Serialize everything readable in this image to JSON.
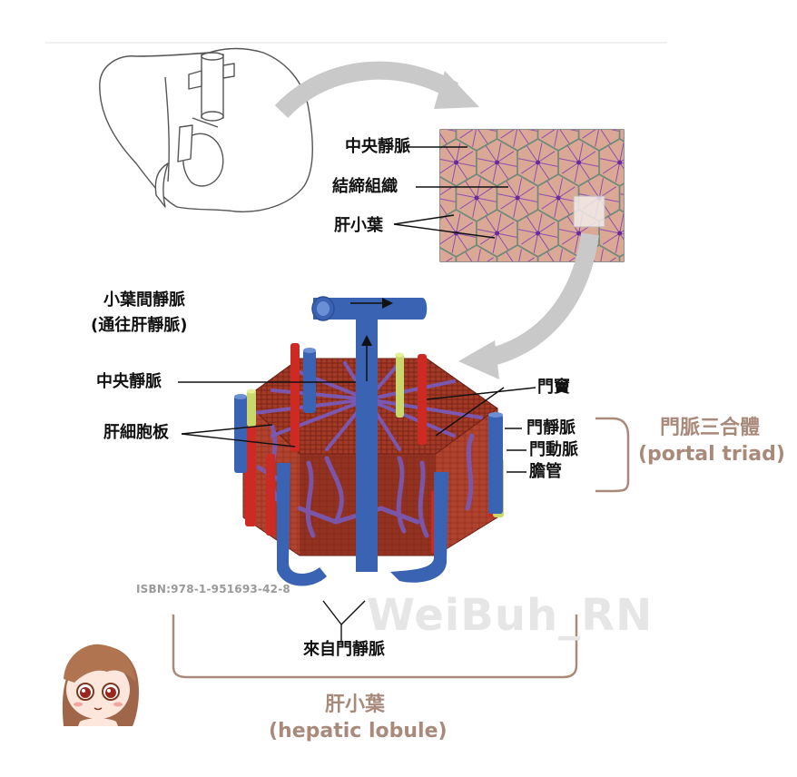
{
  "labels": {
    "central_vein_top": "中央靜脈",
    "connective_tissue": "結締組織",
    "liver_lobule_top": "肝小葉",
    "interlobular_vein": "小葉間靜脈",
    "to_hepatic_vein": "(通往肝靜脈)",
    "central_vein": "中央靜脈",
    "hepatocyte_plate": "肝細胞板",
    "sinusoid": "門竇",
    "portal_vein": "門靜脈",
    "portal_artery": "門動脈",
    "bile_duct": "膽管",
    "from_portal_vein": "來自門靜脈",
    "portal_triad_cn": "門脈三合體",
    "portal_triad_en": "(portal triad)",
    "hepatic_lobule_cn": "肝小葉",
    "hepatic_lobule_en": "(hepatic lobule)"
  },
  "isbn": "ISBN:978-1-951693-42-8",
  "watermark": "WeiBuh_RN",
  "colors": {
    "vein_blue": "#3b63b3",
    "artery_red": "#cc2a22",
    "bile_green": "#c8d86a",
    "tissue_pink": "#d9a896",
    "hepatocyte_brown": "#8a2a1c",
    "sinusoid_purple": "#7a58b0",
    "bracket_brown": "#a98a7a"
  }
}
